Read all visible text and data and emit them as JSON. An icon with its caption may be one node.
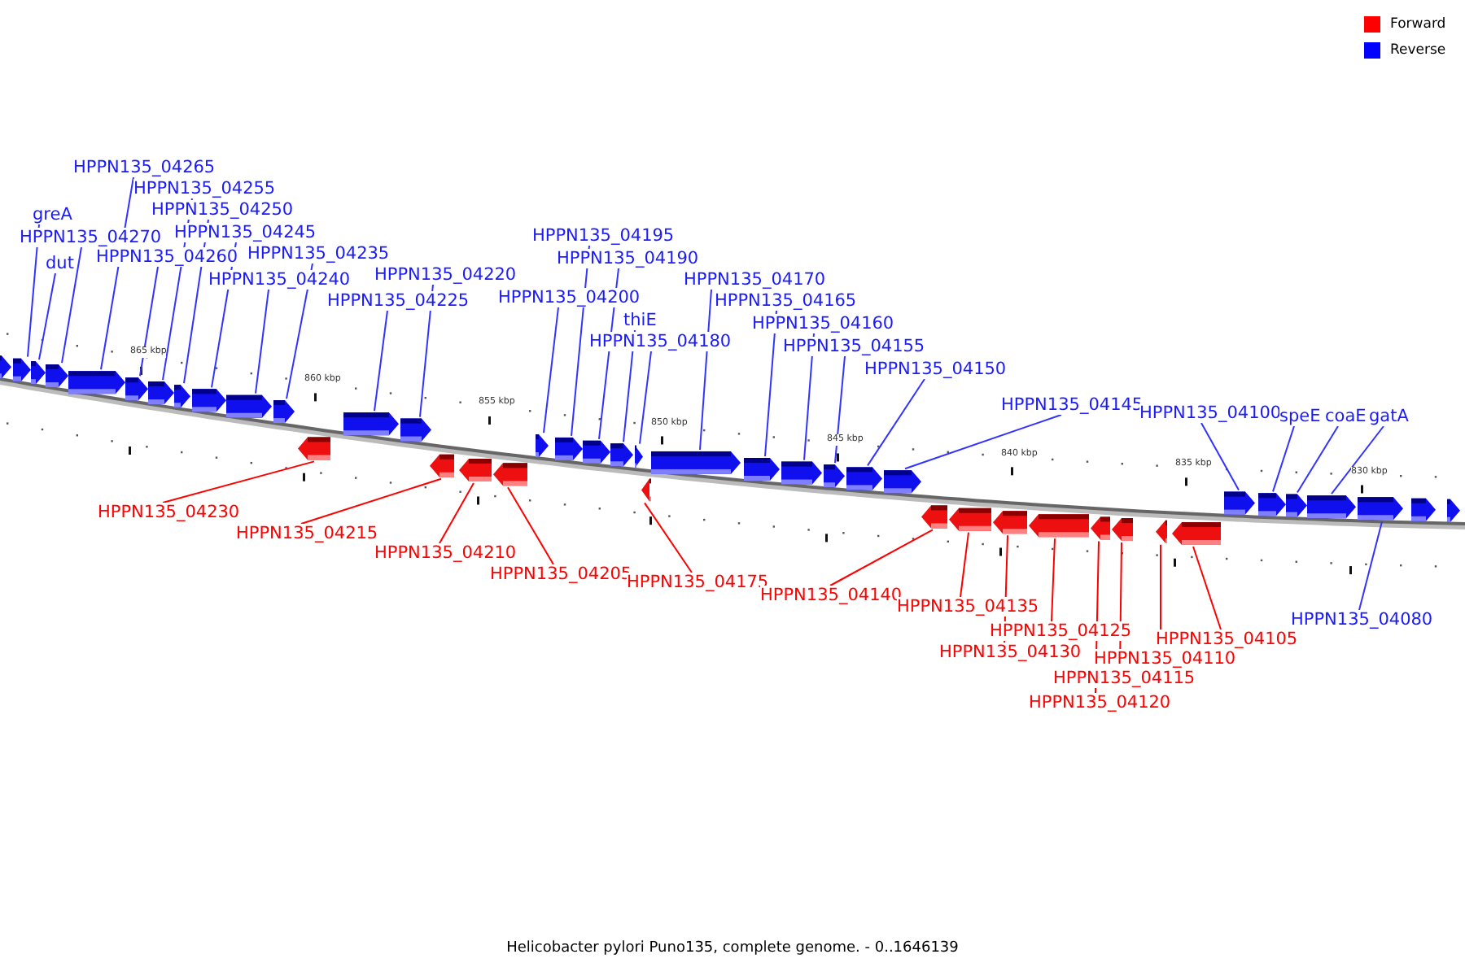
{
  "diagram": {
    "caption": "Helicobacter pylori Puno135, complete genome. - 0..1646139",
    "nodes": [
      {
        "text": [],
        "shape": "arrow"
      },
      {
        "text": [
          "greA"
        ]
      },
      {
        "text": [],
        "shape": "arrow"
      },
      {
        "text": [
          "dut"
        ]
      },
      {
        "text": [],
        "shape": "arrow"
      },
      {
        "text": [
          "HPPN135_04270"
        ]
      },
      {
        "text": [],
        "shape": "arrow"
      },
      {
        "text": [
          "HPPN135_04265"
        ]
      },
      {
        "text": [],
        "shape": "arrow"
      },
      {
        "text": [
          "HPPN135_04260"
        ]
      },
      {
        "text": [],
        "shape": "arrow"
      },
      {
        "text": [
          "HPPN135_04255"
        ]
      },
      {
        "text": [],
        "shape": "arrow"
      },
      {
        "text": [
          "HPPN135_04250"
        ]
      },
      {
        "text": [],
        "shape": "arrow"
      },
      {
        "text": [
          "HPPN135_04245"
        ]
      },
      {
        "text": [],
        "shape": "arrow"
      },
      {
        "text": [
          "HPPN135_04240"
        ]
      },
      {
        "text": [],
        "shape": "arrow"
      },
      {
        "text": [
          "HPPN135_04235"
        ]
      },
      {
        "text": [],
        "shape": "arrow"
      },
      {
        "text": [
          "HPPN135_04230"
        ]
      },
      {
        "text": [],
        "shape": "arrow"
      },
      {
        "text": [
          "HPPN135_04225"
        ]
      },
      {
        "text": [],
        "shape": "arrow"
      },
      {
        "text": [
          "HPPN135_04220"
        ]
      },
      {
        "text": [],
        "shape": "arrow"
      },
      {
        "text": [
          "HPPN135_04215"
        ]
      },
      {
        "text": [],
        "shape": "arrow"
      },
      {
        "text": [
          "HPPN135_04210"
        ]
      },
      {
        "text": [],
        "shape": "arrow"
      },
      {
        "text": [
          "HPPN135_04205"
        ]
      },
      {
        "text": [],
        "shape": "arrow"
      },
      {
        "text": [
          "HPPN135_04200"
        ]
      },
      {
        "text": [],
        "shape": "arrow"
      },
      {
        "text": [
          "HPPN135_04195"
        ]
      },
      {
        "text": [],
        "shape": "arrow"
      },
      {
        "text": [
          "HPPN135_04190"
        ]
      },
      {
        "text": [],
        "shape": "arrow"
      },
      {
        "text": [
          "thiE"
        ]
      },
      {
        "text": [],
        "shape": "arrow"
      },
      {
        "text": [
          "HPPN135_04180"
        ]
      },
      {
        "text": [],
        "shape": "arrow"
      },
      {
        "text": [
          "HPPN135_04175"
        ]
      },
      {
        "text": [],
        "shape": "arrow"
      },
      {
        "text": [
          "HPPN135_04170"
        ]
      },
      {
        "text": [],
        "shape": "arrow"
      },
      {
        "text": [
          "HPPN135_04165"
        ]
      },
      {
        "text": [],
        "shape": "arrow"
      },
      {
        "text": [
          "HPPN135_04160"
        ]
      },
      {
        "text": [],
        "shape": "arrow"
      },
      {
        "text": [
          "HPPN135_04155"
        ]
      },
      {
        "text": [],
        "shape": "arrow"
      },
      {
        "text": [
          "HPPN135_04150"
        ]
      },
      {
        "text": [],
        "shape": "arrow"
      },
      {
        "text": [
          "HPPN135_04145"
        ]
      },
      {
        "text": [],
        "shape": "arrow"
      },
      {
        "text": [
          "HPPN135_04140"
        ]
      },
      {
        "text": [],
        "shape": "arrow"
      },
      {
        "text": [
          "HPPN135_04135"
        ]
      },
      {
        "text": [],
        "shape": "arrow"
      },
      {
        "text": [
          "HPPN135_04130"
        ]
      },
      {
        "text": [],
        "shape": "arrow"
      },
      {
        "text": [
          "HPPN135_04125"
        ]
      },
      {
        "text": [],
        "shape": "arrow"
      },
      {
        "text": [
          "HPPN135_04120"
        ]
      },
      {
        "text": [],
        "shape": "arrow"
      },
      {
        "text": [
          "HPPN135_04115"
        ]
      },
      {
        "text": [],
        "shape": "arrow"
      },
      {
        "text": [
          "HPPN135_04110"
        ]
      },
      {
        "text": [],
        "shape": "arrow"
      },
      {
        "text": [
          "HPPN135_04105"
        ]
      },
      {
        "text": [],
        "shape": "arrow"
      },
      {
        "text": [
          "HPPN135_04100"
        ]
      },
      {
        "text": [],
        "shape": "arrow"
      },
      {
        "text": [
          "speE"
        ]
      },
      {
        "text": [],
        "shape": "arrow"
      },
      {
        "text": [
          "coaE"
        ]
      },
      {
        "text": [],
        "shape": "arrow"
      },
      {
        "text": [
          "gatA"
        ]
      },
      {
        "text": [],
        "shape": "arrow"
      },
      {
        "text": [
          "HPPN135_04080"
        ]
      },
      {
        "text": [],
        "shape": "arrow"
      },
      {
        "text": [],
        "shape": "arrow"
      },
      {
        "text": [],
        "shape": "arrow"
      }
    ],
    "edges": [
      {
        "from": 1,
        "to": 2,
        "arrow": "none"
      },
      {
        "from": 3,
        "to": 4,
        "arrow": "none"
      },
      {
        "from": 5,
        "to": 6,
        "arrow": "none"
      },
      {
        "from": 7,
        "to": 8,
        "arrow": "none"
      },
      {
        "from": 9,
        "to": 10,
        "arrow": "none"
      },
      {
        "from": 11,
        "to": 12,
        "arrow": "none"
      },
      {
        "from": 13,
        "to": 14,
        "arrow": "none"
      },
      {
        "from": 15,
        "to": 16,
        "arrow": "none"
      },
      {
        "from": 17,
        "to": 18,
        "arrow": "none"
      },
      {
        "from": 19,
        "to": 20,
        "arrow": "none"
      },
      {
        "from": 21,
        "to": 22,
        "arrow": "none",
        "color": "#ff0000"
      },
      {
        "from": 23,
        "to": 24,
        "arrow": "none"
      },
      {
        "from": 25,
        "to": 26,
        "arrow": "none"
      },
      {
        "from": 27,
        "to": 28,
        "arrow": "none",
        "color": "#ff0000"
      },
      {
        "from": 29,
        "to": 30,
        "arrow": "none",
        "color": "#ff0000"
      },
      {
        "from": 31,
        "to": 32,
        "arrow": "none",
        "color": "#ff0000"
      },
      {
        "from": 33,
        "to": 34,
        "arrow": "none"
      },
      {
        "from": 35,
        "to": 36,
        "arrow": "none"
      },
      {
        "from": 37,
        "to": 38,
        "arrow": "none"
      },
      {
        "from": 39,
        "to": 40,
        "arrow": "none"
      },
      {
        "from": 41,
        "to": 42,
        "arrow": "none"
      },
      {
        "from": 43,
        "to": 44,
        "arrow": "none",
        "color": "#ff0000"
      },
      {
        "from": 45,
        "to": 46,
        "arrow": "none"
      },
      {
        "from": 47,
        "to": 48,
        "arrow": "none"
      },
      {
        "from": 49,
        "to": 50,
        "arrow": "none"
      },
      {
        "from": 51,
        "to": 52,
        "arrow": "none"
      },
      {
        "from": 53,
        "to": 54,
        "arrow": "none"
      },
      {
        "from": 55,
        "to": 56,
        "arrow": "none"
      },
      {
        "from": 57,
        "to": 58,
        "arrow": "none",
        "color": "#ff0000"
      },
      {
        "from": 59,
        "to": 60,
        "arrow": "none",
        "color": "#ff0000"
      },
      {
        "from": 61,
        "to": 62,
        "arrow": "none",
        "color": "#ff0000"
      },
      {
        "from": 63,
        "to": 64,
        "arrow": "none",
        "color": "#ff0000"
      },
      {
        "from": 65,
        "to": 66,
        "arrow": "none",
        "color": "#ff0000"
      },
      {
        "from": 67,
        "to": 68,
        "arrow": "none",
        "color": "#ff0000"
      },
      {
        "from": 69,
        "to": 70,
        "arrow": "none",
        "color": "#ff0000"
      },
      {
        "from": 71,
        "to": 72,
        "arrow": "none",
        "color": "#ff0000"
      },
      {
        "from": 73,
        "to": 74,
        "arrow": "none"
      },
      {
        "from": 75,
        "to": 76,
        "arrow": "none"
      },
      {
        "from": 77,
        "to": 78,
        "arrow": "none"
      },
      {
        "from": 79,
        "to": 80,
        "arrow": "none"
      },
      {
        "from": 81,
        "to": 82,
        "arrow": "none"
      }
    ],
    "labels": [
      "865 kbp",
      "860 kbp",
      "855 kbp",
      "850 kbp",
      "845 kbp",
      "840 kbp",
      "835 kbp",
      "830 kbp"
    ],
    "legend": [
      {
        "text": "Forward",
        "color": "#ff0000"
      },
      {
        "text": "Reverse",
        "color": "#0000ff"
      }
    ]
  }
}
